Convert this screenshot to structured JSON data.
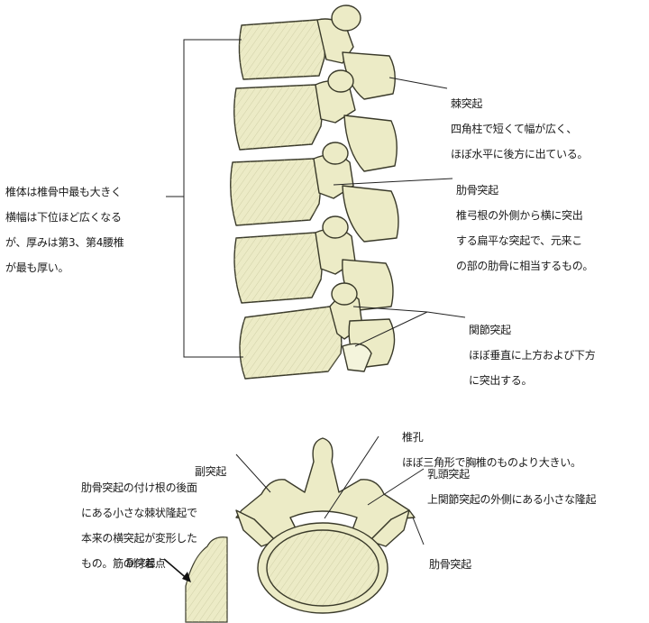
{
  "lateral_view": {
    "body_note": {
      "lines": [
        "椎体は椎骨中最も大きく",
        "横幅は下位ほど広くなる",
        "が、厚みは第3、第4腰椎",
        "が最も厚い。"
      ]
    },
    "spinous": {
      "name": "棘突起",
      "lines": [
        "四角柱で短くて幅が広く、",
        "ほぼ水平に後方に出ている。"
      ]
    },
    "costal": {
      "name": "肋骨突起",
      "lines": [
        "椎弓根の外側から横に突出",
        "する扁平な突起で、元来こ",
        "の部の肋骨に相当するもの。"
      ]
    },
    "articular": {
      "name": "関節突起",
      "lines": [
        "ほぼ垂直に上方および下方",
        "に突出する。"
      ]
    }
  },
  "superior_view": {
    "foramen": {
      "name": "椎孔",
      "desc": "ほぼ三角形で胸椎のものより大きい。"
    },
    "mammillary": {
      "name": "乳頭突起",
      "desc": "上関節突起の外側にある小さな隆起"
    },
    "accessory": {
      "name": "副突起",
      "lines": [
        "肋骨突起の付け根の後面",
        "にある小さな棘状隆起で",
        "本来の横突起が変形した",
        "もの。筋の付着点"
      ]
    },
    "costal": {
      "name": "肋骨突起"
    },
    "inset_label": "副突起"
  },
  "colors": {
    "bone": "#ecebc6",
    "bone_shade": "#cfcfa2",
    "outline": "#3a3a2a",
    "leader": "#222222"
  }
}
